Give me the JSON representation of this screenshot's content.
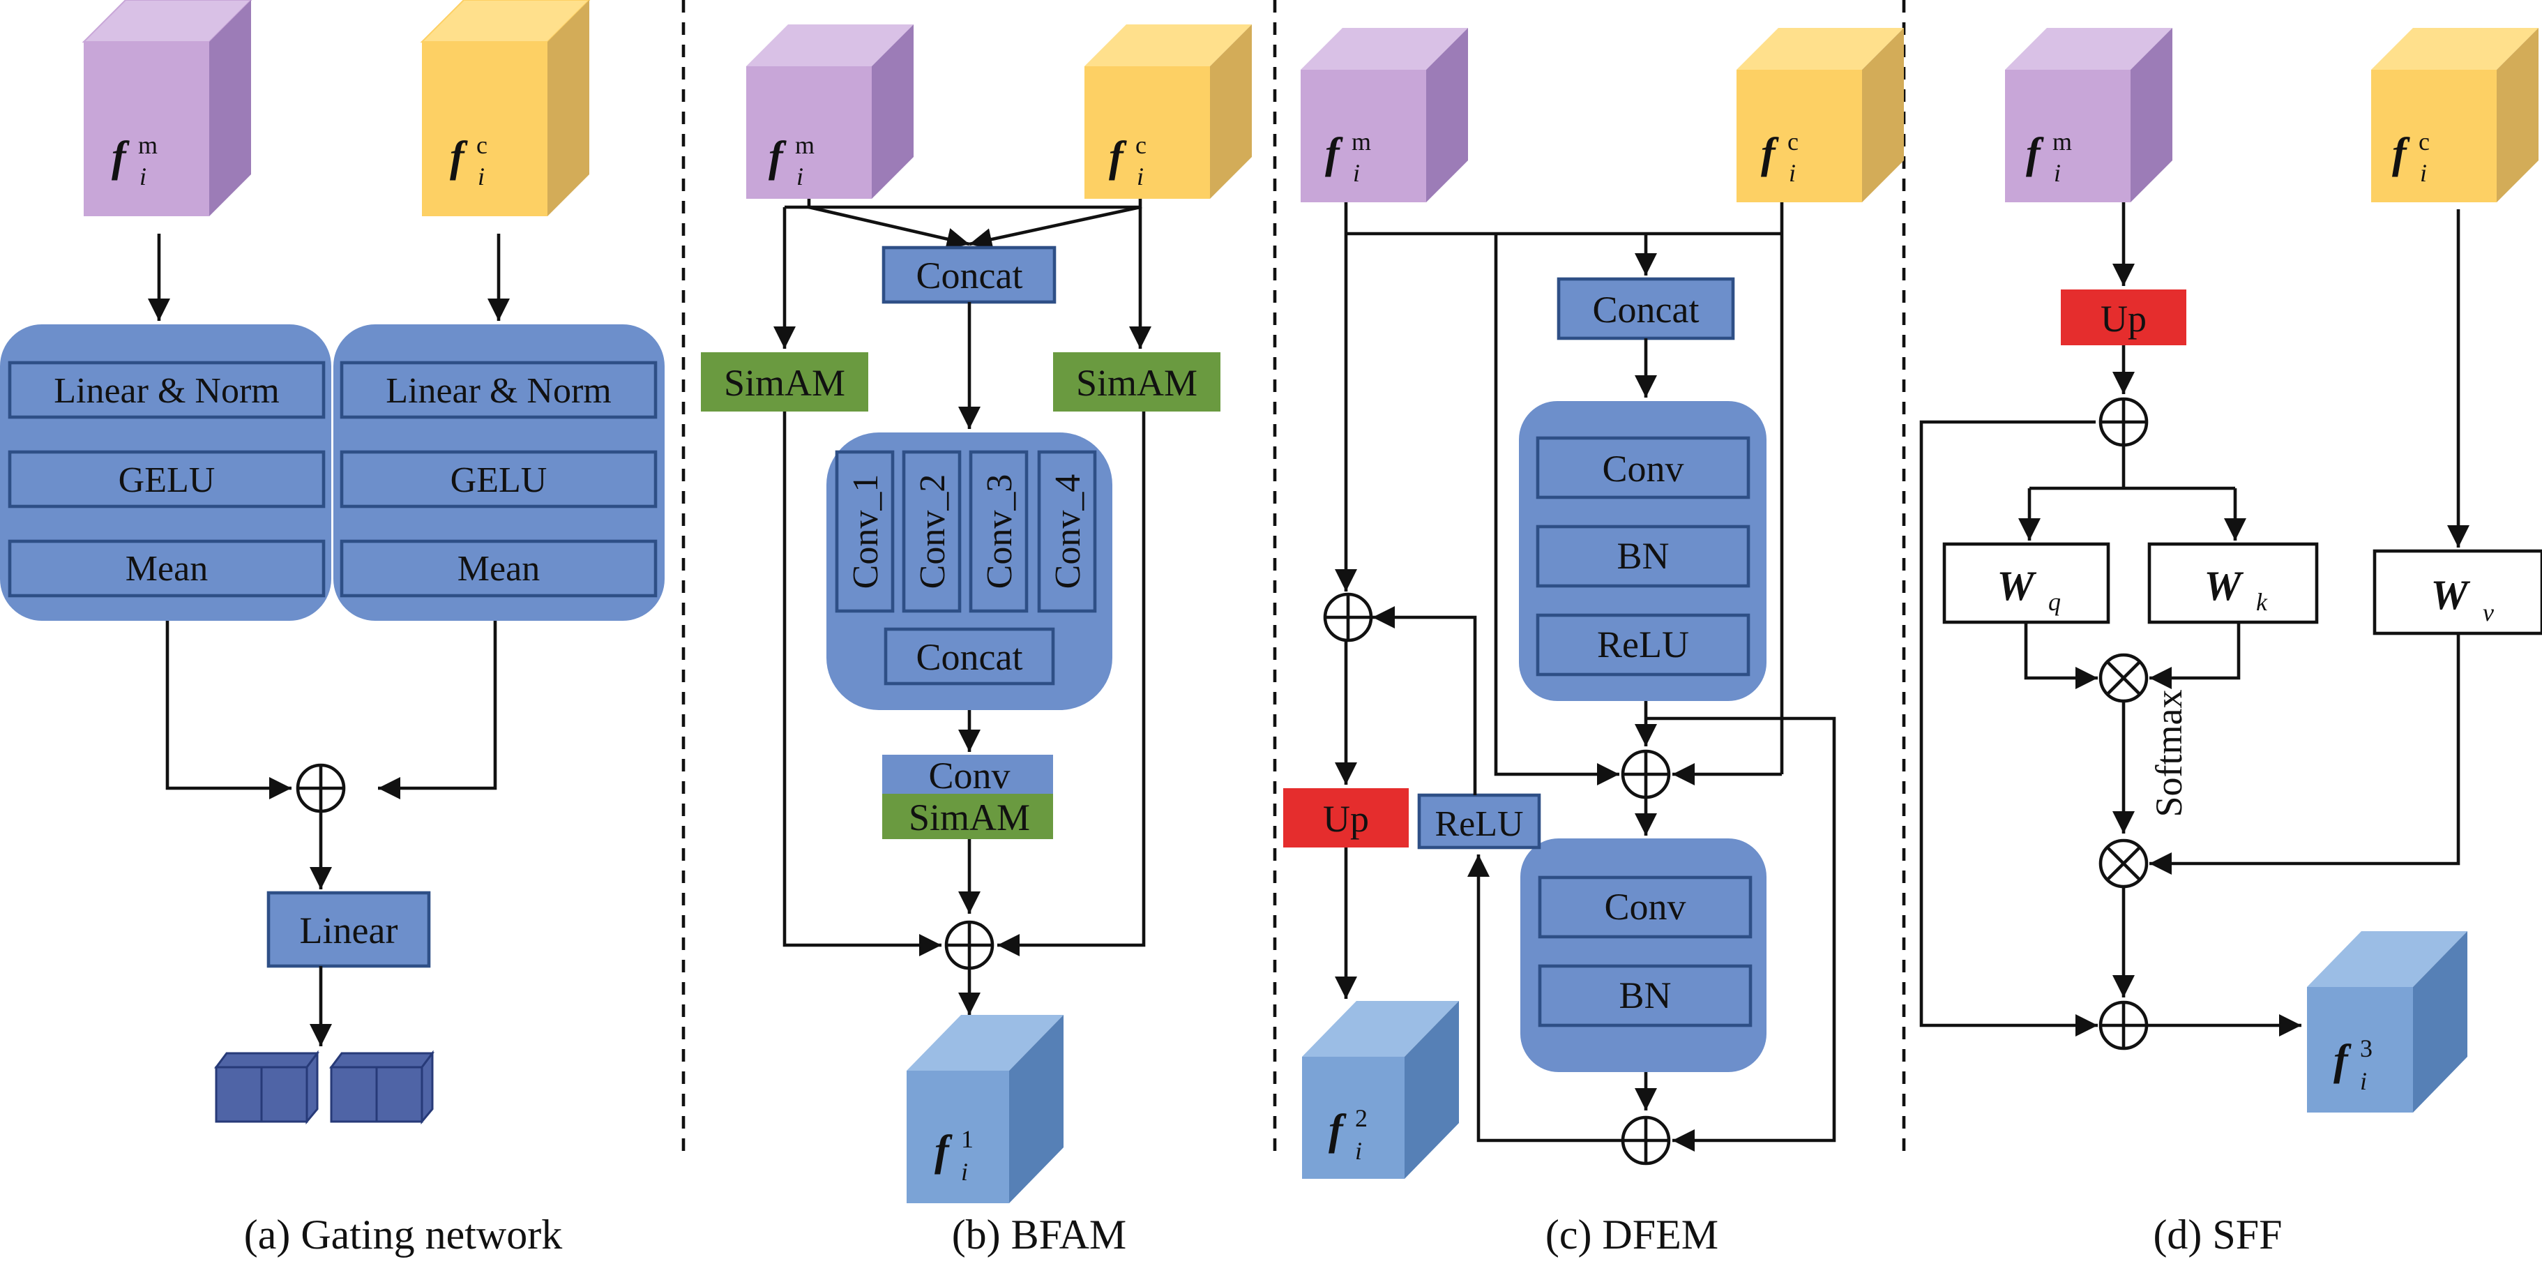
{
  "colors": {
    "block_fill": "#6d8fcb",
    "block_border": "#2e4f86",
    "purple_front": "#c8a6d8",
    "purple_top": "#d9c1e6",
    "purple_side": "#9c7cb7",
    "yellow_front": "#fdd064",
    "yellow_top": "#ffe08c",
    "yellow_side": "#d3ac58",
    "blue_front": "#7ba3d6",
    "blue_top": "#9bbde5",
    "blue_side": "#5680b6",
    "simam_green": "#6a9a40",
    "up_red": "#e52d2d",
    "gate_token": "#4f64a6",
    "text": "#111111"
  },
  "features": {
    "m_sup": "m",
    "c_sup": "c",
    "f1_sup": "1",
    "f2_sup": "2",
    "f3_sup": "3",
    "sub": "i"
  },
  "panels": {
    "a": {
      "caption": "(a) Gating network",
      "left_stack": [
        "Linear & Norm",
        "GELU",
        "Mean"
      ],
      "right_stack": [
        "Linear & Norm",
        "GELU",
        "Mean"
      ],
      "linear": "Linear"
    },
    "b": {
      "caption": "(b) BFAM",
      "concat_top": "Concat",
      "simam_left": "SimAM",
      "simam_right": "SimAM",
      "convs": [
        "Conv_1",
        "Conv_2",
        "Conv_3",
        "Conv_4"
      ],
      "concat_inner": "Concat",
      "conv": "Conv",
      "simam_bottom": "SimAM"
    },
    "c": {
      "caption": "(c) DFEM",
      "concat": "Concat",
      "upper_stack": [
        "Conv",
        "BN",
        "ReLU"
      ],
      "lower_stack": [
        "Conv",
        "BN"
      ],
      "up": "Up",
      "relu": "ReLU"
    },
    "d": {
      "caption": "(d) SFF",
      "up": "Up",
      "wq_main": "W",
      "wq_sub": "q",
      "wk_main": "W",
      "wk_sub": "k",
      "wv_main": "W",
      "wv_sub": "v",
      "softmax": "Softmax"
    }
  }
}
